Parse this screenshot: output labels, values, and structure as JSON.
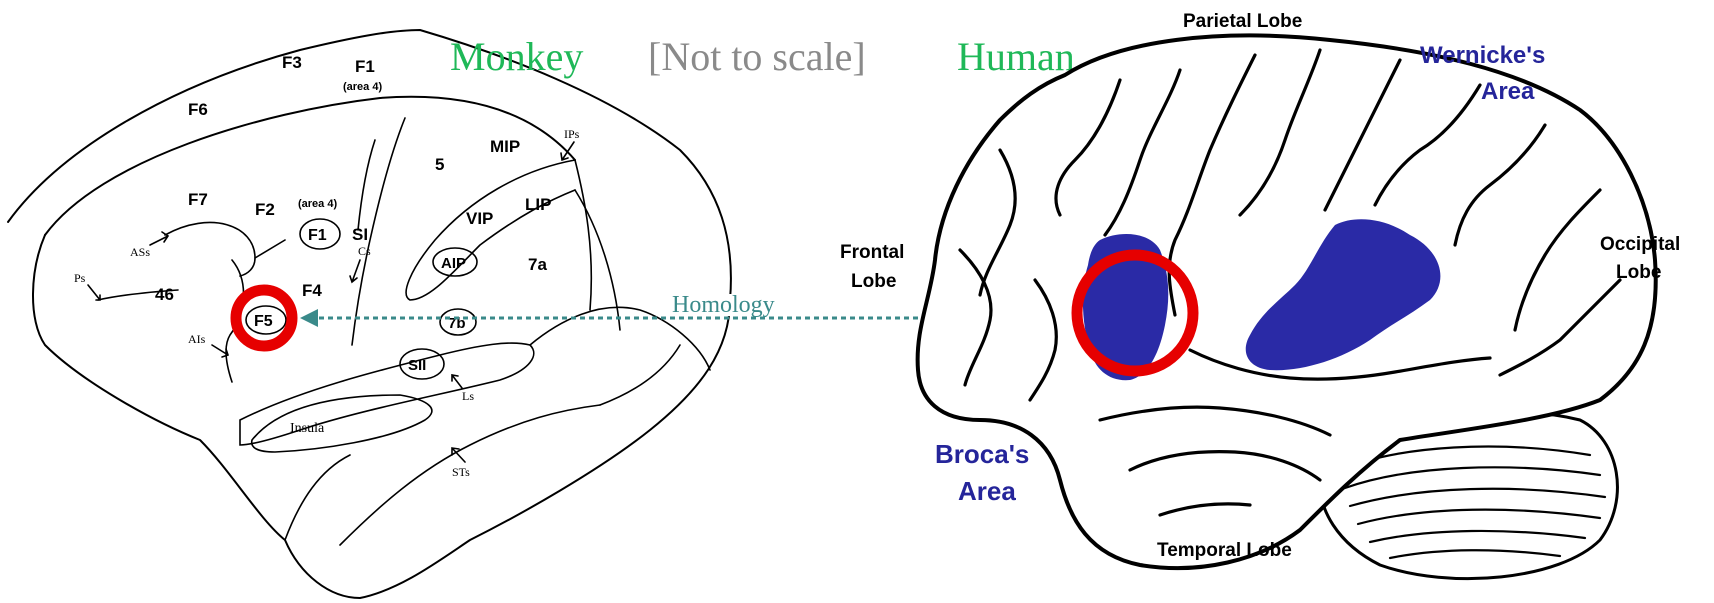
{
  "header": {
    "left_label": "Monkey",
    "middle_label": "[Not to scale]",
    "right_label": "Human"
  },
  "relation_label": "Homology",
  "monkey": {
    "areas": {
      "f3": "F3",
      "f1": "F1",
      "f1_note": "(area 4)",
      "f6": "F6",
      "f7": "F7",
      "f2": "F2",
      "f1_small_note": "(area 4)",
      "f1_circle": "F1",
      "si": "SI",
      "five": "5",
      "mip": "MIP",
      "vip": "VIP",
      "lip": "LIP",
      "aip": "AIP",
      "seven_a": "7a",
      "forty_six": "46",
      "f4": "F4",
      "f5": "F5",
      "seven_b": "7b",
      "sii": "SII",
      "insula": "Insula"
    },
    "sulci": {
      "ips": "IPs",
      "cs": "Cs",
      "ass": "ASs",
      "ps": "Ps",
      "ais": "AIs",
      "ls": "Ls",
      "sts": "STs"
    }
  },
  "human": {
    "lobes": {
      "parietal": "Parietal Lobe",
      "frontal_line1": "Frontal",
      "frontal_line2": "Lobe",
      "occipital_line1": "Occipital",
      "occipital_line2": "Lobe",
      "temporal": "Temporal Lobe"
    },
    "areas": {
      "wernicke_line1": "Wernicke's",
      "wernicke_line2": "Area",
      "broca_line1": "Broca's",
      "broca_line2": "Area"
    }
  },
  "colors": {
    "highlight_ring": "#e60000",
    "language_area": "#2a2aa6",
    "species_label": "#1fb858",
    "note_label": "#8a8a8a",
    "homology_arrow": "#3a8a8a"
  }
}
